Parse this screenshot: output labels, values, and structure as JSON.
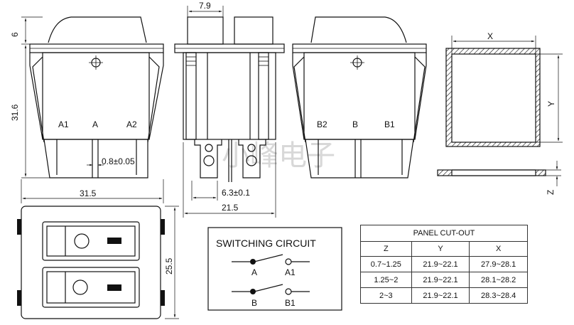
{
  "dimensions": {
    "d_7_9": "7.9",
    "d_6": "6",
    "d_31_6": "31.6",
    "d_0_8": "0.8±0.05",
    "d_6_3": "6.3±0.1",
    "d_21_5": "21.5",
    "d_31_5": "31.5",
    "d_25_5": "25.5",
    "x": "X",
    "y": "Y",
    "z": "Z"
  },
  "terminals": {
    "front": [
      "A1",
      "A",
      "A2"
    ],
    "back": [
      "B2",
      "B",
      "B1"
    ]
  },
  "circuit": {
    "title": "SWITCHING CIRCUIT",
    "labels": [
      "A",
      "A1",
      "B",
      "B1"
    ]
  },
  "watermark": "小峰电子",
  "cutout_table": {
    "title": "PANEL CUT-OUT",
    "headers": [
      "Z",
      "Y",
      "X"
    ],
    "rows": [
      [
        "0.7~1.25",
        "21.9~22.1",
        "27.9~28.1"
      ],
      [
        "1.25~2",
        "21.9~22.1",
        "28.1~28.2"
      ],
      [
        "2~3",
        "21.9~22.1",
        "28.3~28.4"
      ]
    ]
  }
}
